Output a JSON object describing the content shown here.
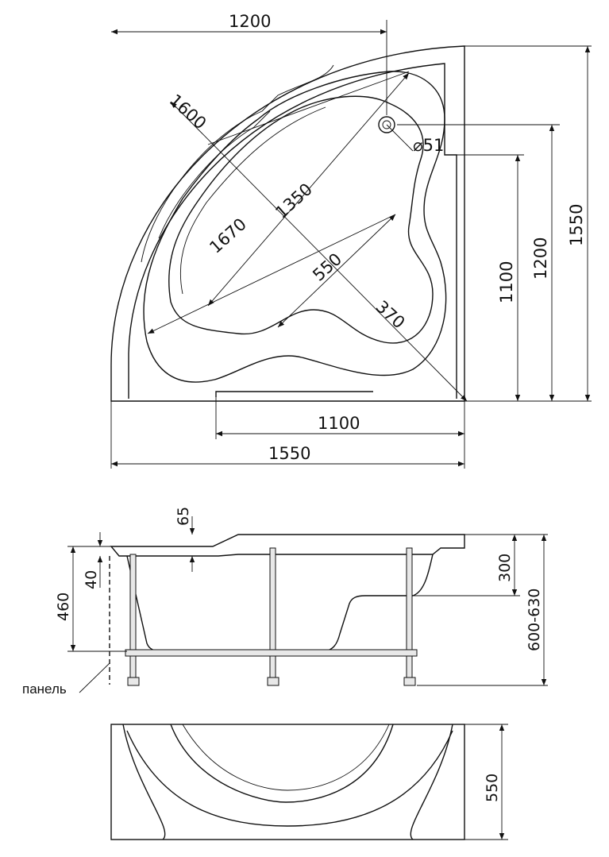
{
  "top_view": {
    "dims": {
      "width_1200": "1200",
      "diag_1600": "1600",
      "drain_diameter": "⌀51",
      "inner_1350": "1350",
      "inner_1670": "1670",
      "seat_550": "550",
      "seat_370": "370",
      "height_1100": "1100",
      "height_1200": "1200",
      "height_1550": "1550",
      "bottom_1100": "1100",
      "bottom_1550": "1550"
    }
  },
  "side_view": {
    "dims": {
      "rim_65": "65",
      "rim_40": "40",
      "height_460": "460",
      "seat_300": "300",
      "total_600_630": "600-630"
    },
    "panel_label": "панель"
  },
  "panel_view": {
    "dims": {
      "height_550": "550"
    }
  }
}
